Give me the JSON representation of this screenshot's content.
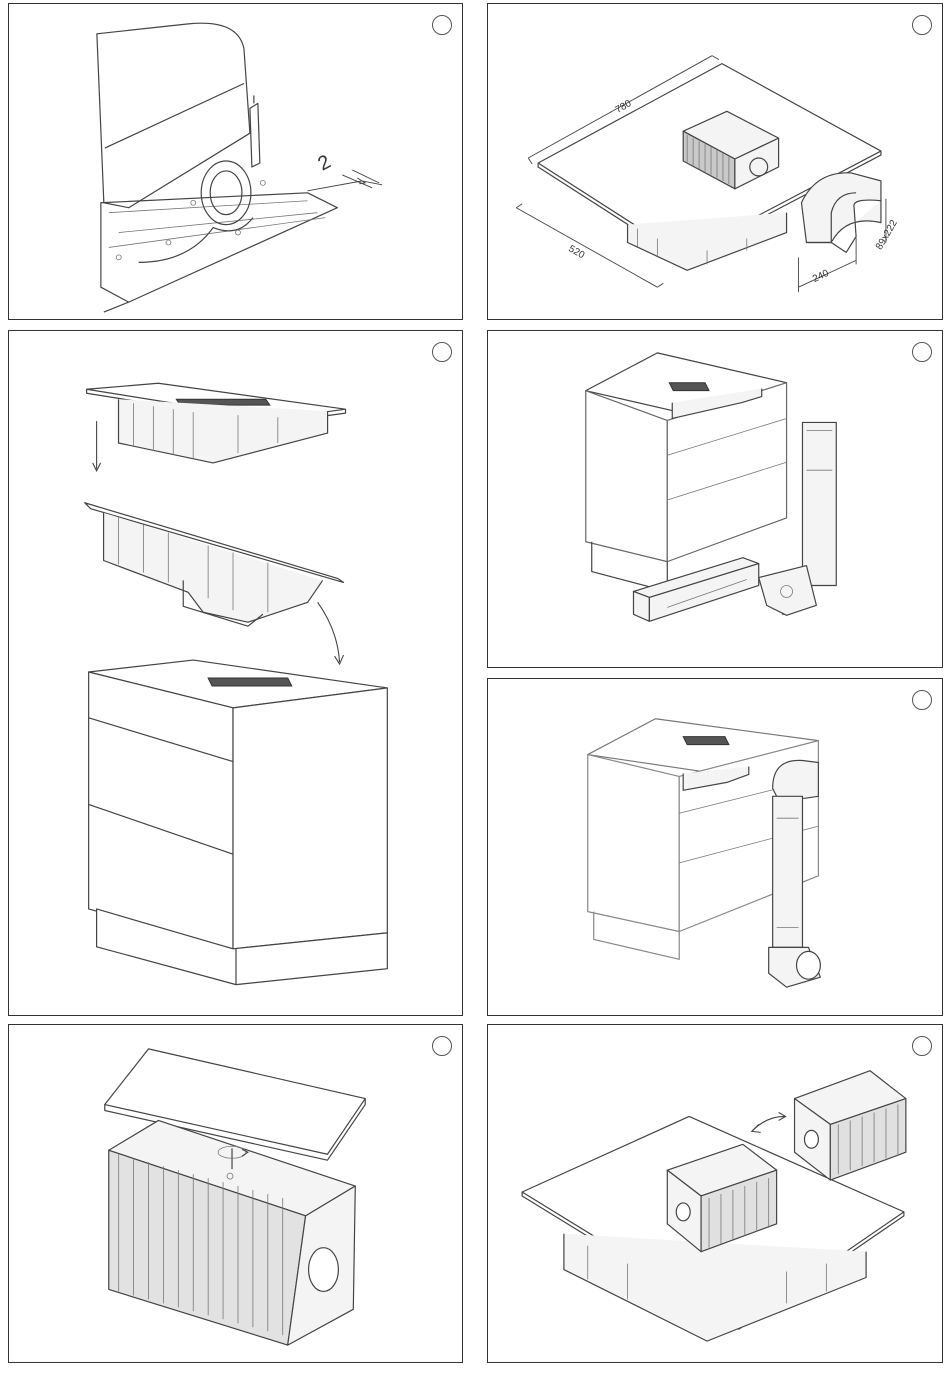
{
  "panels": [
    {
      "id": "p1",
      "dimensions": [
        "2"
      ]
    },
    {
      "id": "p2",
      "dimensions": [
        "780",
        "520",
        "240",
        "89x222"
      ]
    },
    {
      "id": "p3",
      "dimensions": []
    },
    {
      "id": "p4",
      "dimensions": []
    },
    {
      "id": "p5",
      "dimensions": []
    },
    {
      "id": "p6",
      "dimensions": []
    },
    {
      "id": "p7",
      "dimensions": []
    }
  ],
  "colors": {
    "line": "#444444",
    "border": "#333333",
    "fill": "#f4f4f4"
  }
}
